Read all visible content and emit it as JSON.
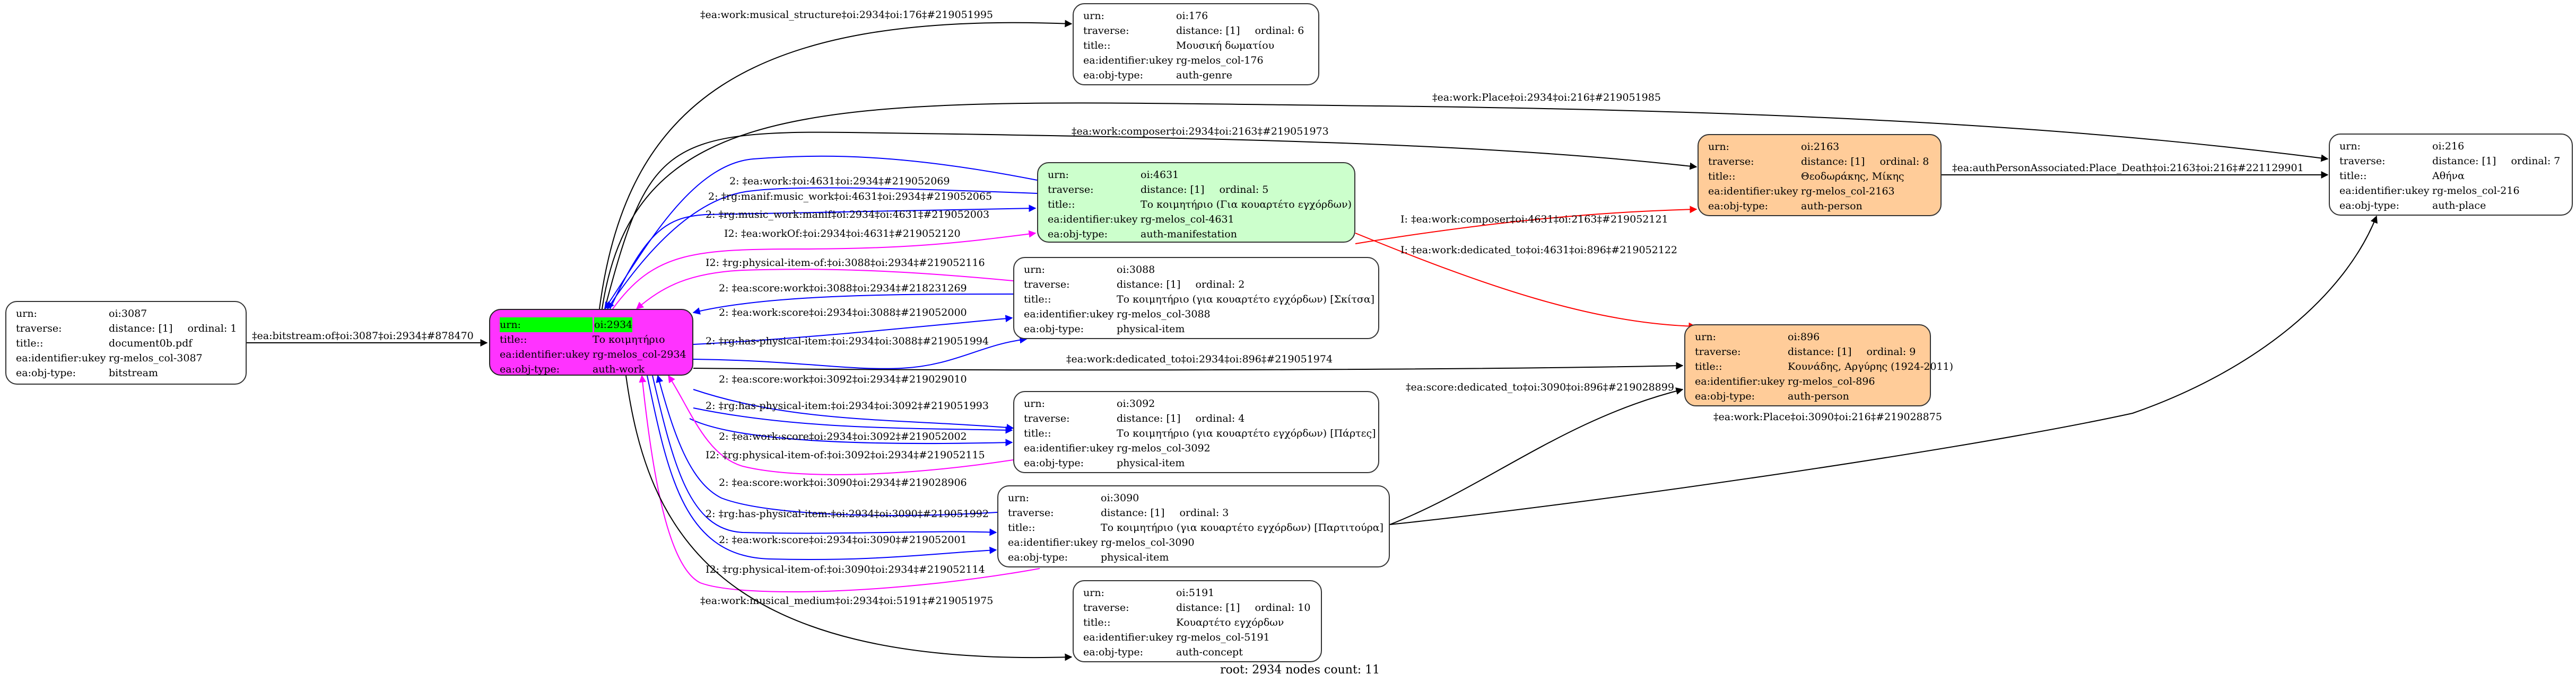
{
  "graph": {
    "root_id": "oi:2934",
    "footer": "root: 2934 nodes count: 11",
    "colors": {
      "root_fill": "#ff33ff",
      "root_highlight": "#00ff00",
      "manifestation_fill": "#ccffcc",
      "person_fill": "#ffcc99",
      "default_fill": "#ffffff",
      "edge_black": "#000000",
      "edge_blue": "#0000ff",
      "edge_magenta": "#ff00ff",
      "edge_red": "#ff0000"
    },
    "field_labels": {
      "urn": "urn:",
      "traverse": "traverse:",
      "title": "title::",
      "ukey": "ea:identifier:ukey",
      "objtype": "ea:obj-type:"
    },
    "nodes": [
      {
        "id": "n3087",
        "urn": "oi:3087",
        "distance": "distance: [1]",
        "ordinal": "ordinal: 1",
        "title": "document0b.pdf",
        "ukey": "rg-melos_col-3087",
        "objtype": "bitstream",
        "style": "default"
      },
      {
        "id": "n2934",
        "urn": "oi:2934",
        "title": "Το κοιμητήριο",
        "ukey": "rg-melos_col-2934",
        "objtype": "auth-work",
        "style": "root"
      },
      {
        "id": "n176",
        "urn": "oi:176",
        "distance": "distance: [1]",
        "ordinal": "ordinal: 6",
        "title": "Μουσική δωματίου",
        "ukey": "rg-melos_col-176",
        "objtype": "auth-genre",
        "style": "default"
      },
      {
        "id": "n4631",
        "urn": "oi:4631",
        "distance": "distance: [1]",
        "ordinal": "ordinal: 5",
        "title": "Το κοιμητήριο (Για κουαρτέτο εγχόρδων)",
        "ukey": "rg-melos_col-4631",
        "objtype": "auth-manifestation",
        "style": "manif"
      },
      {
        "id": "n3088",
        "urn": "oi:3088",
        "distance": "distance: [1]",
        "ordinal": "ordinal: 2",
        "title": "Το κοιμητήριο (για κουαρτέτο εγχόρδων) [Σκίτσα]",
        "ukey": "rg-melos_col-3088",
        "objtype": "physical-item",
        "style": "default"
      },
      {
        "id": "n3092",
        "urn": "oi:3092",
        "distance": "distance: [1]",
        "ordinal": "ordinal: 4",
        "title": "Το κοιμητήριο (για κουαρτέτο εγχόρδων) [Πάρτες]",
        "ukey": "rg-melos_col-3092",
        "objtype": "physical-item",
        "style": "default"
      },
      {
        "id": "n3090",
        "urn": "oi:3090",
        "distance": "distance: [1]",
        "ordinal": "ordinal: 3",
        "title": "Το κοιμητήριο (για κουαρτέτο εγχόρδων) [Παρτιτούρα]",
        "ukey": "rg-melos_col-3090",
        "objtype": "physical-item",
        "style": "default"
      },
      {
        "id": "n5191",
        "urn": "oi:5191",
        "distance": "distance: [1]",
        "ordinal": "ordinal: 10",
        "title": "Κουαρτέτο εγχόρδων",
        "ukey": "rg-melos_col-5191",
        "objtype": "auth-concept",
        "style": "default"
      },
      {
        "id": "n2163",
        "urn": "oi:2163",
        "distance": "distance: [1]",
        "ordinal": "ordinal: 8",
        "title": "Θεοδωράκης, Μίκης",
        "ukey": "rg-melos_col-2163",
        "objtype": "auth-person",
        "style": "person"
      },
      {
        "id": "n896",
        "urn": "oi:896",
        "distance": "distance: [1]",
        "ordinal": "ordinal: 9",
        "title": "Κουνάδης, Αργύρης (1924-2011)",
        "ukey": "rg-melos_col-896",
        "objtype": "auth-person",
        "style": "person"
      },
      {
        "id": "n216",
        "urn": "oi:216",
        "distance": "distance: [1]",
        "ordinal": "ordinal: 7",
        "title": "Αθήνα",
        "ukey": "rg-melos_col-216",
        "objtype": "auth-place",
        "style": "default"
      }
    ],
    "edges": [
      {
        "from": "n3087",
        "to": "n2934",
        "color": "black",
        "label": "‡ea:bitstream:of‡oi:3087‡oi:2934‡#878470"
      },
      {
        "from": "n2934",
        "to": "n176",
        "color": "black",
        "label": "‡ea:work:musical_structure‡oi:2934‡oi:176‡#219051995"
      },
      {
        "from": "n2934",
        "to": "n216",
        "color": "black",
        "label": "‡ea:work:Place‡oi:2934‡oi:216‡#219051985"
      },
      {
        "from": "n2934",
        "to": "n2163",
        "color": "black",
        "label": "‡ea:work:composer‡oi:2934‡oi:2163‡#219051973"
      },
      {
        "from": "n4631",
        "to": "n2934",
        "color": "blue",
        "label": "2: ‡rg:manif:music_work‡oi:4631‡oi:2934‡#219052065"
      },
      {
        "from": "n4631",
        "to": "n2934",
        "color": "blue",
        "label": "2: ‡ea:work:‡oi:4631‡oi:2934‡#219052069"
      },
      {
        "from": "n2934",
        "to": "n4631",
        "color": "blue",
        "label": "2: ‡rg:music_work:manif‡oi:2934‡oi:4631‡#219052003"
      },
      {
        "from": "n2934",
        "to": "n4631",
        "color": "magenta",
        "label": "I2: ‡ea:workOf:‡oi:2934‡oi:4631‡#219052120"
      },
      {
        "from": "n3088",
        "to": "n2934",
        "color": "magenta",
        "label": "I2: ‡rg:physical-item-of:‡oi:3088‡oi:2934‡#219052116"
      },
      {
        "from": "n3088",
        "to": "n2934",
        "color": "blue",
        "label": "2: ‡ea:score:work‡oi:3088‡oi:2934‡#218231269"
      },
      {
        "from": "n2934",
        "to": "n3088",
        "color": "blue",
        "label": "2: ‡ea:work:score‡oi:2934‡oi:3088‡#219052000"
      },
      {
        "from": "n2934",
        "to": "n3088",
        "color": "blue",
        "label": "2: ‡rg:has-physical-item:‡oi:2934‡oi:3088‡#219051994"
      },
      {
        "from": "n2934",
        "to": "n896",
        "color": "black",
        "label": "‡ea:work:dedicated_to‡oi:2934‡oi:896‡#219051974"
      },
      {
        "from": "n3092",
        "to": "n2934",
        "color": "blue",
        "label": "2: ‡ea:score:work‡oi:3092‡oi:2934‡#219029010"
      },
      {
        "from": "n2934",
        "to": "n3092",
        "color": "blue",
        "label": "2: ‡rg:has-physical-item:‡oi:2934‡oi:3092‡#219051993"
      },
      {
        "from": "n2934",
        "to": "n3092",
        "color": "blue",
        "label": "2: ‡ea:work:score‡oi:2934‡oi:3092‡#219052002"
      },
      {
        "from": "n3092",
        "to": "n2934",
        "color": "magenta",
        "label": "I2: ‡rg:physical-item-of:‡oi:3092‡oi:2934‡#219052115"
      },
      {
        "from": "n3090",
        "to": "n2934",
        "color": "blue",
        "label": "2: ‡ea:score:work‡oi:3090‡oi:2934‡#219028906"
      },
      {
        "from": "n2934",
        "to": "n3090",
        "color": "blue",
        "label": "2: ‡rg:has-physical-item:‡oi:2934‡oi:3090‡#219051992"
      },
      {
        "from": "n2934",
        "to": "n3090",
        "color": "blue",
        "label": "2: ‡ea:work:score‡oi:2934‡oi:3090‡#219052001"
      },
      {
        "from": "n3090",
        "to": "n2934",
        "color": "magenta",
        "label": "I2: ‡rg:physical-item-of:‡oi:3090‡oi:2934‡#219052114"
      },
      {
        "from": "n2934",
        "to": "n5191",
        "color": "black",
        "label": "‡ea:work:musical_medium‡oi:2934‡oi:5191‡#219051975"
      },
      {
        "from": "n4631",
        "to": "n2163",
        "color": "red",
        "label": "I: ‡ea:work:composer‡oi:4631‡oi:2163‡#219052121"
      },
      {
        "from": "n4631",
        "to": "n896",
        "color": "red",
        "label": "I: ‡ea:work:dedicated_to‡oi:4631‡oi:896‡#219052122"
      },
      {
        "from": "n3090",
        "to": "n896",
        "color": "black",
        "label": "‡ea:score:dedicated_to‡oi:3090‡oi:896‡#219028899"
      },
      {
        "from": "n3090",
        "to": "n216",
        "color": "black",
        "label": "‡ea:work:Place‡oi:3090‡oi:216‡#219028875"
      },
      {
        "from": "n2163",
        "to": "n216",
        "color": "black",
        "label": "‡ea:authPersonAssociated:Place_Death‡oi:2163‡oi:216‡#221129901"
      }
    ]
  }
}
